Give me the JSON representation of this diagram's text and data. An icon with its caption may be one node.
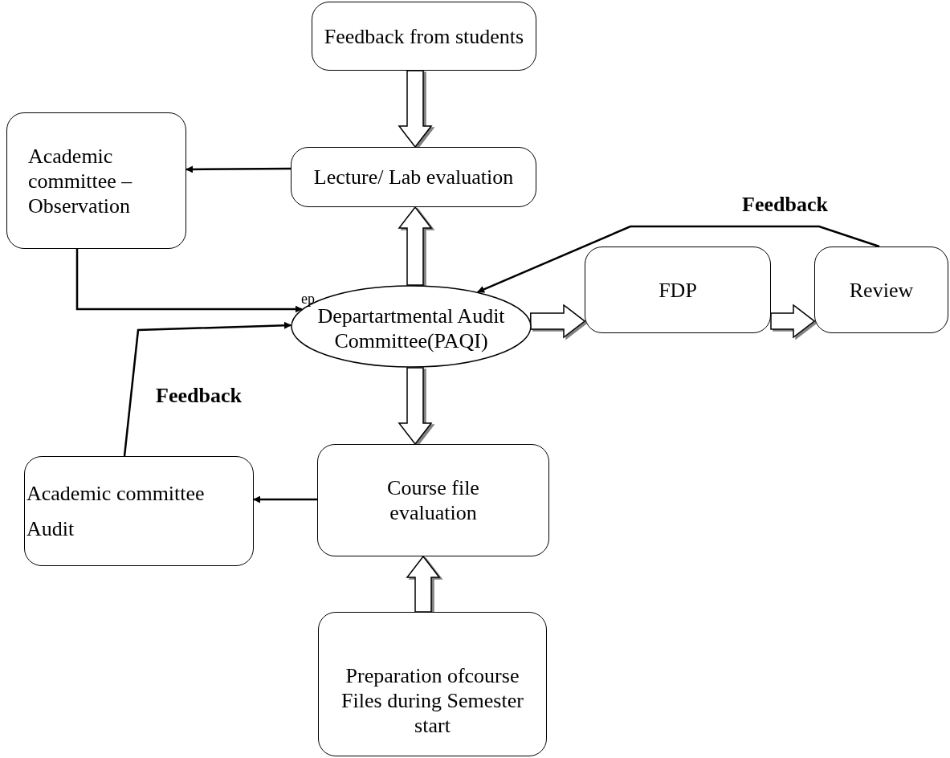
{
  "diagram": {
    "nodes": [
      {
        "text": [
          "Feedback from students"
        ]
      },
      {
        "text": [
          "Academic committee – Observation"
        ]
      },
      {
        "text": [
          "Lecture/ Lab evaluation"
        ]
      },
      {
        "text": [
          "Departartmental Audit Committee(PAQI)"
        ]
      },
      {
        "text": [
          "FDP"
        ]
      },
      {
        "text": [
          "Review"
        ]
      },
      {
        "text": [
          "Academic committee Audit"
        ]
      },
      {
        "text": [
          "Course file evaluation"
        ]
      },
      {
        "text": [
          "Preparation ofcourse Files during Semester start"
        ]
      }
    ],
    "edges": [
      {
        "from": 0,
        "to": 2,
        "arrow": "to",
        "style": "thick"
      },
      {
        "from": 2,
        "to": 1,
        "arrow": "to"
      },
      {
        "from": 3,
        "to": 2,
        "arrow": "to",
        "style": "thick"
      },
      {
        "from": 1,
        "to": 3,
        "arrow": "to"
      },
      {
        "from": 6,
        "to": 3,
        "arrow": "to",
        "label": "Feedback"
      },
      {
        "from": 5,
        "to": 3,
        "arrow": "to",
        "label": "Feedback"
      },
      {
        "from": 3,
        "to": 4,
        "arrow": "to",
        "style": "thick"
      },
      {
        "from": 4,
        "to": 5,
        "arrow": "to",
        "style": "thick"
      },
      {
        "from": 3,
        "to": 7,
        "arrow": "to",
        "style": "thick"
      },
      {
        "from": 7,
        "to": 6,
        "arrow": "to"
      },
      {
        "from": 8,
        "to": 7,
        "arrow": "to",
        "style": "thick"
      }
    ],
    "labels": [
      "ep"
    ]
  }
}
